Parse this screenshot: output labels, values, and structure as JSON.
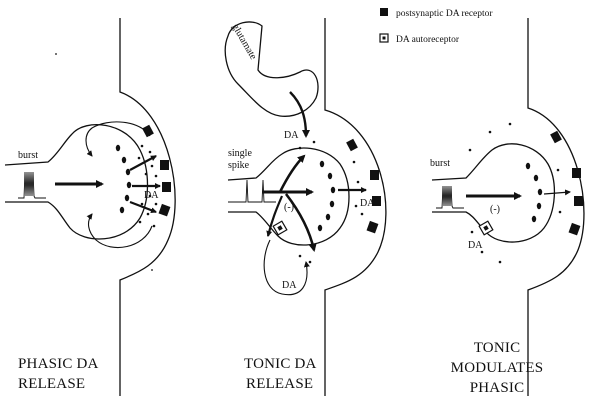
{
  "legend": {
    "postsynaptic_receptor": "postsynaptic DA receptor",
    "autoreceptor": "DA autoreceptor"
  },
  "panels": [
    {
      "caption_line1": "PHASIC DA",
      "caption_line2": "RELEASE",
      "input_label": "burst",
      "da_labels": [
        "DA"
      ]
    },
    {
      "caption_line1": "TONIC DA",
      "caption_line2": "RELEASE",
      "input_label_line1": "single",
      "input_label_line2": "spike",
      "glutamate_label": "glutamate",
      "da_labels": [
        "DA",
        "DA",
        "DA"
      ],
      "autoreceptor_sign": "(-)"
    },
    {
      "caption_line1": "TONIC",
      "caption_line2": "MODULATES",
      "caption_line3": "PHASIC",
      "input_label": "burst",
      "da_labels": [
        "DA"
      ],
      "autoreceptor_sign": "(-)"
    }
  ]
}
